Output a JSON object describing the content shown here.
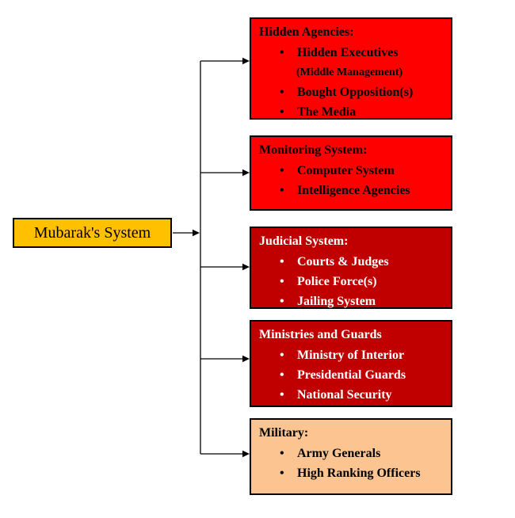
{
  "root": {
    "label": "Mubarak's System",
    "bg": "#FFC000",
    "fg": "#000000"
  },
  "boxes": [
    {
      "title": "Hidden Agencies:",
      "bg": "#FE0000",
      "fg": "#000000",
      "items": [
        {
          "text": "Hidden Executives",
          "note": "(Middle Management)"
        },
        {
          "text": "Bought Opposition(s)"
        },
        {
          "text": "The Media"
        }
      ]
    },
    {
      "title": "Monitoring System:",
      "bg": "#FE0000",
      "fg": "#000000",
      "items": [
        {
          "text": "Computer System"
        },
        {
          "text": "Intelligence Agencies"
        }
      ]
    },
    {
      "title": "Judicial System:",
      "bg": "#C00000",
      "fg": "#FFFFFF",
      "items": [
        {
          "text": "Courts & Judges"
        },
        {
          "text": "Police Force(s)"
        },
        {
          "text": "Jailing System"
        }
      ]
    },
    {
      "title": "Ministries and Guards",
      "bg": "#C00000",
      "fg": "#FFFFFF",
      "items": [
        {
          "text": "Ministry of Interior"
        },
        {
          "text": "Presidential Guards"
        },
        {
          "text": "National Security"
        }
      ]
    },
    {
      "title": "Military:",
      "bg": "#FBC491",
      "fg": "#000000",
      "items": [
        {
          "text": "Army Generals"
        },
        {
          "text": "High Ranking Officers"
        }
      ]
    }
  ],
  "connector_color": "#000000"
}
